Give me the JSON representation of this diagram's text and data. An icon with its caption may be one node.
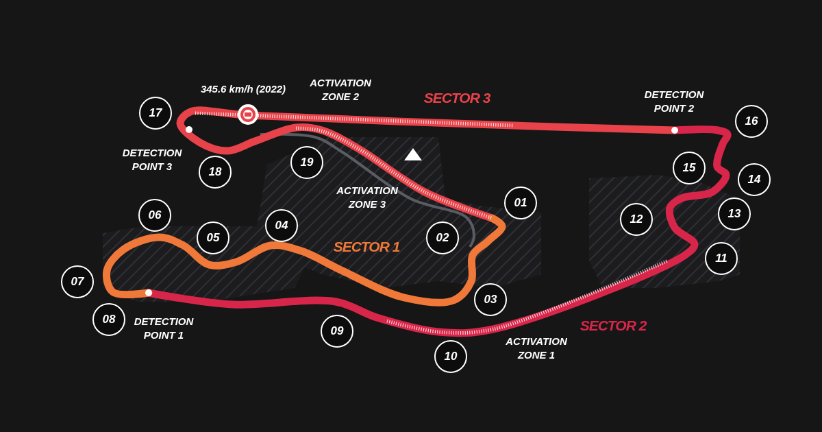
{
  "diagram": {
    "nodes": [
      {
        "text": [
          "01"
        ]
      },
      {
        "text": [
          "02"
        ]
      },
      {
        "text": [
          "03"
        ]
      },
      {
        "text": [
          "04"
        ]
      },
      {
        "text": [
          "05"
        ]
      },
      {
        "text": [
          "06"
        ]
      },
      {
        "text": [
          "07"
        ]
      },
      {
        "text": [
          "08"
        ]
      },
      {
        "text": [
          "09"
        ]
      },
      {
        "text": [
          "10"
        ]
      },
      {
        "text": [
          "11"
        ]
      },
      {
        "text": [
          "12"
        ]
      },
      {
        "text": [
          "13"
        ]
      },
      {
        "text": [
          "14"
        ]
      },
      {
        "text": [
          "15"
        ]
      },
      {
        "text": [
          "16"
        ]
      },
      {
        "text": [
          "17"
        ]
      },
      {
        "text": [
          "18"
        ]
      },
      {
        "text": [
          "19"
        ]
      }
    ],
    "labels": [
      "345.6 km/h (2022)",
      "ACTIVATION ZONE 2",
      "SECTOR 3",
      "DETECTION POINT 2",
      "DETECTION POINT 3",
      "ACTIVATION ZONE 3",
      "SECTOR 1",
      "DETECTION POINT 1",
      "SECTOR 2",
      "ACTIVATION ZONE 1"
    ]
  }
}
